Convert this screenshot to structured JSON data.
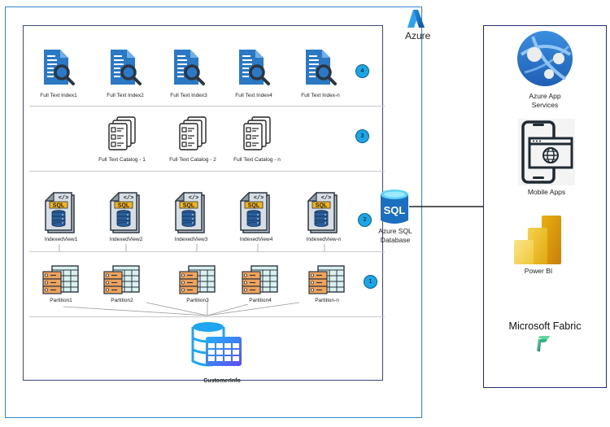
{
  "cloud": {
    "label": "Azure",
    "icon": "azure-logo-icon"
  },
  "layers": {
    "full_text_indexes": {
      "badge": "4",
      "items": [
        "Full Text Index1",
        "Full Text Index2",
        "Full Text Index3",
        "Full Text Index4",
        "Full Text Index-n"
      ]
    },
    "full_text_catalogs": {
      "badge": "3",
      "items": [
        "Full Text Catalog - 1",
        "Full Text Catalog - 2",
        "Full Text Catalog - n"
      ]
    },
    "indexed_views": {
      "badge": "2",
      "items": [
        "IndexedView1",
        "IndexedView2",
        "IndexedView3",
        "IndexedView4",
        "IndexedView-n"
      ]
    },
    "partitions": {
      "badge": "1",
      "items": [
        "Partition1",
        "Partition2",
        "Partition3",
        "Partition4",
        "Partition-n"
      ]
    },
    "base_table": {
      "label": "CustomerInfo"
    }
  },
  "database": {
    "label_line1": "Azure SQL",
    "label_line2": "Database",
    "icon_text": "SQL"
  },
  "consumers": {
    "app_services": {
      "label_line1": "Azure App",
      "label_line2": "Services"
    },
    "mobile_apps": {
      "label": "Mobile Apps"
    },
    "power_bi": {
      "label": "Power BI"
    },
    "fabric": {
      "label": "Microsoft Fabric"
    }
  },
  "icon_texts": {
    "code": "</>",
    "sql": "SQL"
  },
  "colors": {
    "azure_border": "#2e86d0",
    "inner_border": "#3a4a7c",
    "badge_fill": "#1ba6e8",
    "doc_blue": "#2b78c5",
    "partition_orange": "#f0a35a",
    "sql_blue": "#1c6fc0"
  }
}
